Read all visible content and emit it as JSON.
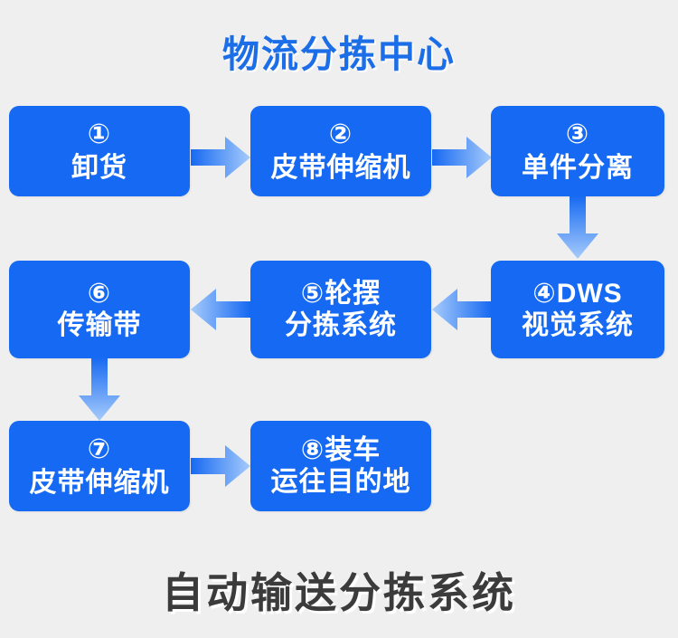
{
  "header": {
    "title": "物流分拣中心"
  },
  "footer": {
    "title": "自动输送分拣系统"
  },
  "colors": {
    "background": "#efefef",
    "node_fill": "#1669f2",
    "node_text": "#ffffff",
    "title_top": "#1c6ee8",
    "title_bottom": "#3b3b3b",
    "arrow_dark": "#1669f2",
    "arrow_light": "#9dc6fa"
  },
  "flow": {
    "nodes": [
      {
        "id": "n1",
        "marker": "①",
        "line1": "①",
        "line2": "卸货",
        "label": "①卸货"
      },
      {
        "id": "n2",
        "marker": "②",
        "line1": "②",
        "line2": "皮带伸缩机",
        "label": "②皮带伸缩机"
      },
      {
        "id": "n3",
        "marker": "③",
        "line1": "③",
        "line2": "单件分离",
        "label": "③单件分离"
      },
      {
        "id": "n4",
        "marker": "④",
        "line1": "④DWS",
        "line2": "视觉系统",
        "label": "④DWS视觉系统"
      },
      {
        "id": "n5",
        "marker": "⑤",
        "line1": "⑤轮摆",
        "line2": "分拣系统",
        "label": "⑤轮摆分拣系统"
      },
      {
        "id": "n6",
        "marker": "⑥",
        "line1": "⑥",
        "line2": "传输带",
        "label": "⑥传输带"
      },
      {
        "id": "n7",
        "marker": "⑦",
        "line1": "⑦",
        "line2": "皮带伸缩机",
        "label": "⑦皮带伸缩机"
      },
      {
        "id": "n8",
        "marker": "⑧",
        "line1": "⑧装车",
        "line2": "运往目的地",
        "label": "⑧装车运往目的地"
      }
    ],
    "connectors": [
      {
        "id": "a1",
        "from": "n1",
        "to": "n2",
        "direction": "right"
      },
      {
        "id": "a2",
        "from": "n2",
        "to": "n3",
        "direction": "right"
      },
      {
        "id": "a3",
        "from": "n3",
        "to": "n4",
        "direction": "down"
      },
      {
        "id": "a4",
        "from": "n4",
        "to": "n5",
        "direction": "left"
      },
      {
        "id": "a5",
        "from": "n5",
        "to": "n6",
        "direction": "left"
      },
      {
        "id": "a6",
        "from": "n6",
        "to": "n7",
        "direction": "down"
      },
      {
        "id": "a7",
        "from": "n7",
        "to": "n8",
        "direction": "right"
      }
    ]
  }
}
